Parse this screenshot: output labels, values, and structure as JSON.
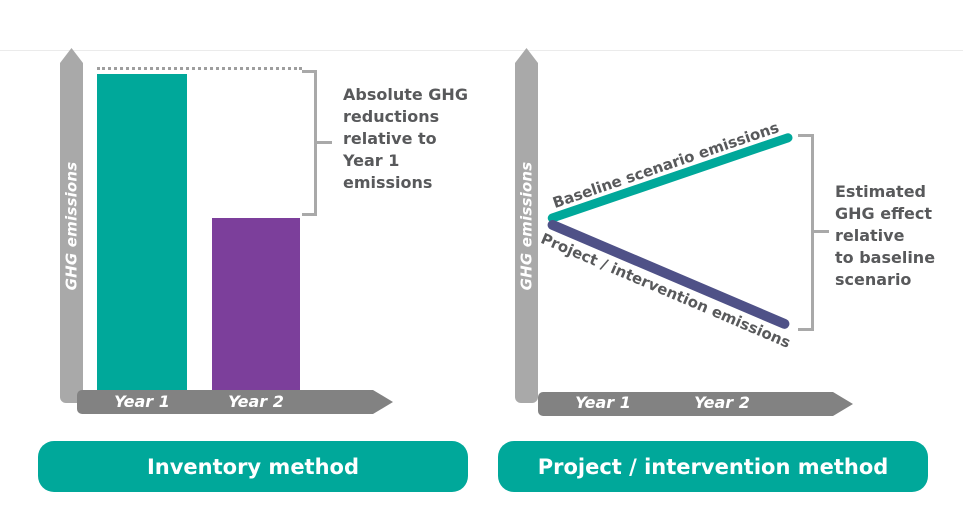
{
  "colors": {
    "teal": "#00A89A",
    "purple": "#7C3F9B",
    "indigo_line": "#4F5187",
    "axis_light_gray": "#A9A9A9",
    "axis_dark_gray": "#828282",
    "bracket_gray": "#A9A9A9",
    "dotted_gray": "#9E9E9E",
    "annotation_text_gray": "#58595B",
    "label_white": "#FFFFFF",
    "background": "#FFFFFF"
  },
  "left_panel": {
    "y_axis_label": "GHG emissions",
    "x_axis_labels": [
      "Year 1",
      "Year 2"
    ],
    "bars": [
      {
        "category": "Year 1",
        "color": "#00A89A",
        "relative_height": 1.0
      },
      {
        "category": "Year 2",
        "color": "#7C3F9B",
        "relative_height": 0.54
      }
    ],
    "annotation": "Absolute GHG\nreductions\nrelative to\nYear 1\nemissions",
    "button_label": "Inventory method"
  },
  "right_panel": {
    "y_axis_label": "GHG emissions",
    "x_axis_labels": [
      "Year 1",
      "Year 2"
    ],
    "line_labels": {
      "baseline": "Baseline scenario emissions",
      "project": "Project / intervention emissions"
    },
    "annotation": "Estimated\nGHG effect\nrelative\nto baseline\nscenario",
    "button_label": "Project / intervention method"
  }
}
